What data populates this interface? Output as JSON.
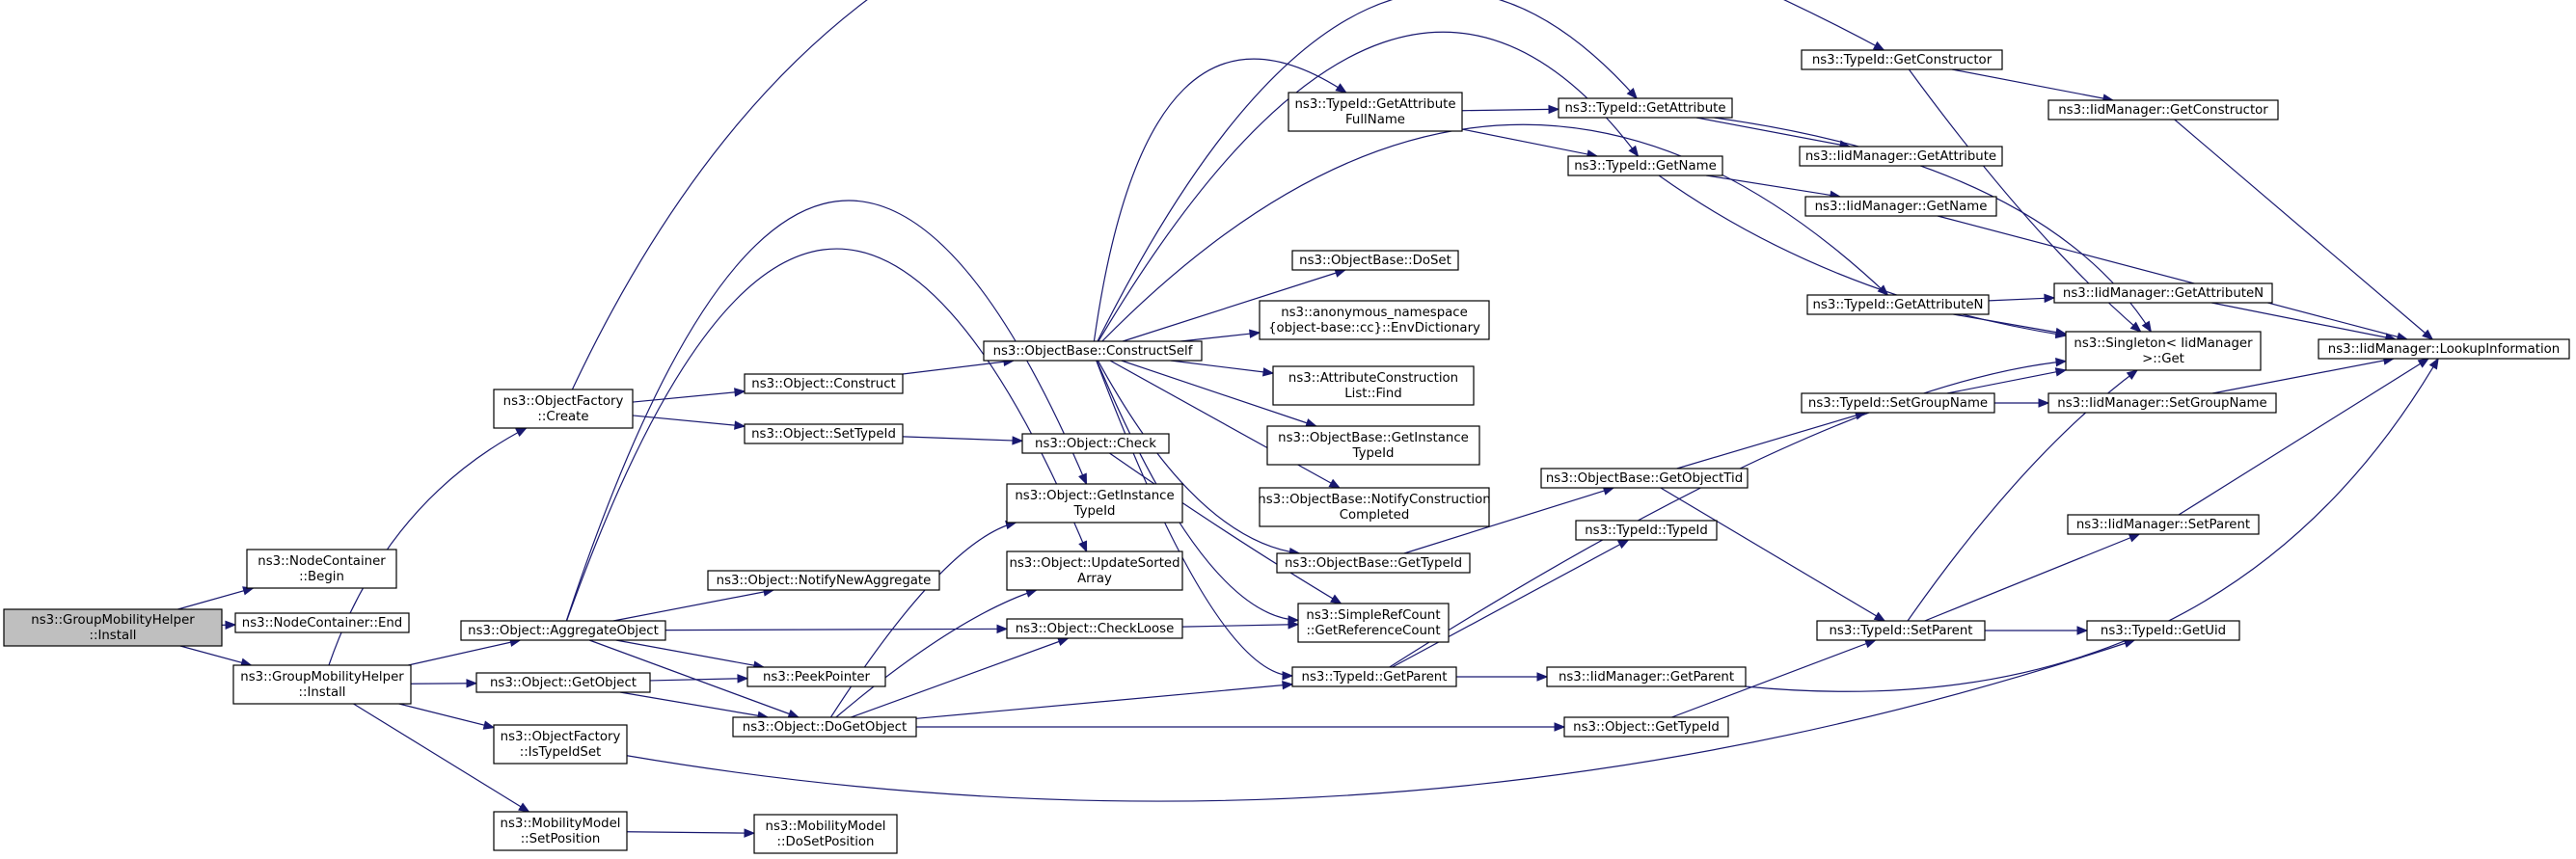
{
  "nodes": [
    {
      "id": "root",
      "lines": [
        "ns3::GroupMobilityHelper",
        "::Install"
      ],
      "root": true
    },
    {
      "id": "nc_begin",
      "lines": [
        "ns3::NodeContainer",
        "::Begin"
      ]
    },
    {
      "id": "nc_end",
      "lines": [
        "ns3::NodeContainer::End"
      ]
    },
    {
      "id": "gmh_install",
      "lines": [
        "ns3::GroupMobilityHelper",
        "::Install"
      ]
    },
    {
      "id": "of_create",
      "lines": [
        "ns3::ObjectFactory",
        "::Create"
      ]
    },
    {
      "id": "of_istypeidset",
      "lines": [
        "ns3::ObjectFactory",
        "::IsTypeIdSet"
      ]
    },
    {
      "id": "mm_setposition",
      "lines": [
        "ns3::MobilityModel",
        "::SetPosition"
      ]
    },
    {
      "id": "mm_dosetposition",
      "lines": [
        "ns3::MobilityModel",
        "::DoSetPosition"
      ]
    },
    {
      "id": "obj_aggregate",
      "lines": [
        "ns3::Object::AggregateObject"
      ]
    },
    {
      "id": "obj_getobject",
      "lines": [
        "ns3::Object::GetObject"
      ]
    },
    {
      "id": "obj_construct",
      "lines": [
        "ns3::Object::Construct"
      ]
    },
    {
      "id": "obj_settypeid",
      "lines": [
        "ns3::Object::SetTypeId"
      ]
    },
    {
      "id": "obj_notifynewagg",
      "lines": [
        "ns3::Object::NotifyNewAggregate"
      ]
    },
    {
      "id": "peekpointer",
      "lines": [
        "ns3::PeekPointer"
      ]
    },
    {
      "id": "obj_dogetobject",
      "lines": [
        "ns3::Object::DoGetObject"
      ]
    },
    {
      "id": "objbase_constructself",
      "lines": [
        "ns3::ObjectBase::ConstructSelf"
      ]
    },
    {
      "id": "obj_check",
      "lines": [
        "ns3::Object::Check"
      ]
    },
    {
      "id": "obj_getinstancetypeid",
      "lines": [
        "ns3::Object::GetInstance",
        "TypeId"
      ]
    },
    {
      "id": "obj_updatesorted",
      "lines": [
        "ns3::Object::UpdateSorted",
        "Array"
      ]
    },
    {
      "id": "obj_checkloose",
      "lines": [
        "ns3::Object::CheckLoose"
      ]
    },
    {
      "id": "tid_getattrfullname",
      "lines": [
        "ns3::TypeId::GetAttribute",
        "FullName"
      ]
    },
    {
      "id": "objbase_doset",
      "lines": [
        "ns3::ObjectBase::DoSet"
      ]
    },
    {
      "id": "anon_envdict",
      "lines": [
        "ns3::anonymous_namespace",
        "{object-base::cc}::EnvDictionary"
      ]
    },
    {
      "id": "attrconslist_find",
      "lines": [
        "ns3::AttributeConstruction",
        "List::Find"
      ]
    },
    {
      "id": "objbase_getinstancetypeid",
      "lines": [
        "ns3::ObjectBase::GetInstance",
        "TypeId"
      ]
    },
    {
      "id": "objbase_notifyconscompleted",
      "lines": [
        "ns3::ObjectBase::NotifyConstruction",
        "Completed"
      ]
    },
    {
      "id": "objbase_gettypeid",
      "lines": [
        "ns3::ObjectBase::GetTypeId"
      ]
    },
    {
      "id": "srefcount_getrefcount",
      "lines": [
        "ns3::SimpleRefCount",
        "::GetReferenceCount"
      ]
    },
    {
      "id": "tid_getparent",
      "lines": [
        "ns3::TypeId::GetParent"
      ]
    },
    {
      "id": "tid_getattribute",
      "lines": [
        "ns3::TypeId::GetAttribute"
      ]
    },
    {
      "id": "tid_getname",
      "lines": [
        "ns3::TypeId::GetName"
      ]
    },
    {
      "id": "objbase_getobjecttid",
      "lines": [
        "ns3::ObjectBase::GetObjectTid"
      ]
    },
    {
      "id": "tid_typeid",
      "lines": [
        "ns3::TypeId::TypeId"
      ]
    },
    {
      "id": "iid_getparent",
      "lines": [
        "ns3::IidManager::GetParent"
      ]
    },
    {
      "id": "obj_gettypeid",
      "lines": [
        "ns3::Object::GetTypeId"
      ]
    },
    {
      "id": "tid_getconstructor",
      "lines": [
        "ns3::TypeId::GetConstructor"
      ]
    },
    {
      "id": "iid_getattribute",
      "lines": [
        "ns3::IidManager::GetAttribute"
      ]
    },
    {
      "id": "iid_getname",
      "lines": [
        "ns3::IidManager::GetName"
      ]
    },
    {
      "id": "tid_getattributen",
      "lines": [
        "ns3::TypeId::GetAttributeN"
      ]
    },
    {
      "id": "tid_setgroupname",
      "lines": [
        "ns3::TypeId::SetGroupName"
      ]
    },
    {
      "id": "tid_setparent",
      "lines": [
        "ns3::TypeId::SetParent"
      ]
    },
    {
      "id": "singleton_get",
      "lines": [
        "ns3::Singleton< IidManager",
        " >::Get"
      ]
    },
    {
      "id": "iid_getconstructor",
      "lines": [
        "ns3::IidManager::GetConstructor"
      ]
    },
    {
      "id": "iid_getattributen",
      "lines": [
        "ns3::IidManager::GetAttributeN"
      ]
    },
    {
      "id": "iid_setgroupname",
      "lines": [
        "ns3::IidManager::SetGroupName"
      ]
    },
    {
      "id": "iid_setparent",
      "lines": [
        "ns3::IidManager::SetParent"
      ]
    },
    {
      "id": "tid_getuid",
      "lines": [
        "ns3::TypeId::GetUid"
      ]
    },
    {
      "id": "iid_lookupinfo",
      "lines": [
        "ns3::IidManager::LookupInformation"
      ]
    }
  ],
  "edges": [
    [
      "root",
      "nc_begin"
    ],
    [
      "root",
      "nc_end"
    ],
    [
      "root",
      "gmh_install"
    ],
    [
      "gmh_install",
      "of_create"
    ],
    [
      "gmh_install",
      "obj_aggregate"
    ],
    [
      "gmh_install",
      "obj_getobject"
    ],
    [
      "gmh_install",
      "of_istypeidset"
    ],
    [
      "gmh_install",
      "mm_setposition"
    ],
    [
      "of_create",
      "obj_construct"
    ],
    [
      "of_create",
      "obj_settypeid"
    ],
    [
      "of_create",
      "tid_getconstructor"
    ],
    [
      "obj_construct",
      "objbase_constructself"
    ],
    [
      "obj_settypeid",
      "obj_check"
    ],
    [
      "obj_check",
      "srefcount_getrefcount"
    ],
    [
      "obj_aggregate",
      "obj_getinstancetypeid"
    ],
    [
      "obj_aggregate",
      "obj_updatesorted"
    ],
    [
      "obj_aggregate",
      "obj_notifynewagg"
    ],
    [
      "obj_aggregate",
      "obj_checkloose"
    ],
    [
      "obj_aggregate",
      "peekpointer"
    ],
    [
      "obj_aggregate",
      "obj_dogetobject"
    ],
    [
      "obj_getobject",
      "peekpointer"
    ],
    [
      "obj_getobject",
      "obj_dogetobject"
    ],
    [
      "obj_dogetobject",
      "obj_getinstancetypeid"
    ],
    [
      "obj_dogetobject",
      "obj_updatesorted"
    ],
    [
      "obj_dogetobject",
      "obj_checkloose"
    ],
    [
      "obj_dogetobject",
      "tid_getparent"
    ],
    [
      "obj_dogetobject",
      "obj_gettypeid"
    ],
    [
      "obj_checkloose",
      "srefcount_getrefcount"
    ],
    [
      "of_istypeidset",
      "tid_getuid"
    ],
    [
      "mm_setposition",
      "mm_dosetposition"
    ],
    [
      "objbase_constructself",
      "tid_getattrfullname"
    ],
    [
      "objbase_constructself",
      "tid_getattribute"
    ],
    [
      "objbase_constructself",
      "tid_getname"
    ],
    [
      "objbase_constructself",
      "objbase_doset"
    ],
    [
      "objbase_constructself",
      "anon_envdict"
    ],
    [
      "objbase_constructself",
      "tid_getattributen"
    ],
    [
      "objbase_constructself",
      "attrconslist_find"
    ],
    [
      "objbase_constructself",
      "objbase_getinstancetypeid"
    ],
    [
      "objbase_constructself",
      "objbase_notifyconscompleted"
    ],
    [
      "objbase_constructself",
      "objbase_gettypeid"
    ],
    [
      "objbase_constructself",
      "srefcount_getrefcount"
    ],
    [
      "objbase_constructself",
      "tid_getparent"
    ],
    [
      "tid_getattrfullname",
      "tid_getattribute"
    ],
    [
      "tid_getattrfullname",
      "tid_getname"
    ],
    [
      "tid_getattribute",
      "iid_getattribute"
    ],
    [
      "tid_getattribute",
      "singleton_get"
    ],
    [
      "tid_getname",
      "iid_getname"
    ],
    [
      "tid_getname",
      "singleton_get"
    ],
    [
      "objbase_gettypeid",
      "objbase_getobjecttid"
    ],
    [
      "objbase_getobjecttid",
      "tid_setgroupname"
    ],
    [
      "objbase_getobjecttid",
      "tid_setparent"
    ],
    [
      "tid_getparent",
      "tid_typeid"
    ],
    [
      "tid_getparent",
      "iid_getparent"
    ],
    [
      "tid_getparent",
      "singleton_get"
    ],
    [
      "obj_gettypeid",
      "tid_setparent"
    ],
    [
      "iid_getparent",
      "iid_lookupinfo"
    ],
    [
      "tid_getconstructor",
      "iid_getconstructor"
    ],
    [
      "tid_getconstructor",
      "singleton_get"
    ],
    [
      "iid_getname",
      "iid_lookupinfo"
    ],
    [
      "tid_getattributen",
      "iid_getattributen"
    ],
    [
      "tid_getattributen",
      "singleton_get"
    ],
    [
      "tid_setgroupname",
      "iid_setgroupname"
    ],
    [
      "tid_setgroupname",
      "singleton_get"
    ],
    [
      "tid_setparent",
      "iid_setparent"
    ],
    [
      "tid_setparent",
      "tid_getuid"
    ],
    [
      "tid_setparent",
      "singleton_get"
    ],
    [
      "iid_getconstructor",
      "iid_lookupinfo"
    ],
    [
      "iid_getattributen",
      "iid_lookupinfo"
    ],
    [
      "iid_setgroupname",
      "iid_lookupinfo"
    ],
    [
      "iid_setparent",
      "iid_lookupinfo"
    ]
  ],
  "colors": {
    "edge": "#191970",
    "root_fill": "#bfbfbf",
    "node_fill": "#ffffff",
    "border": "#000000"
  }
}
